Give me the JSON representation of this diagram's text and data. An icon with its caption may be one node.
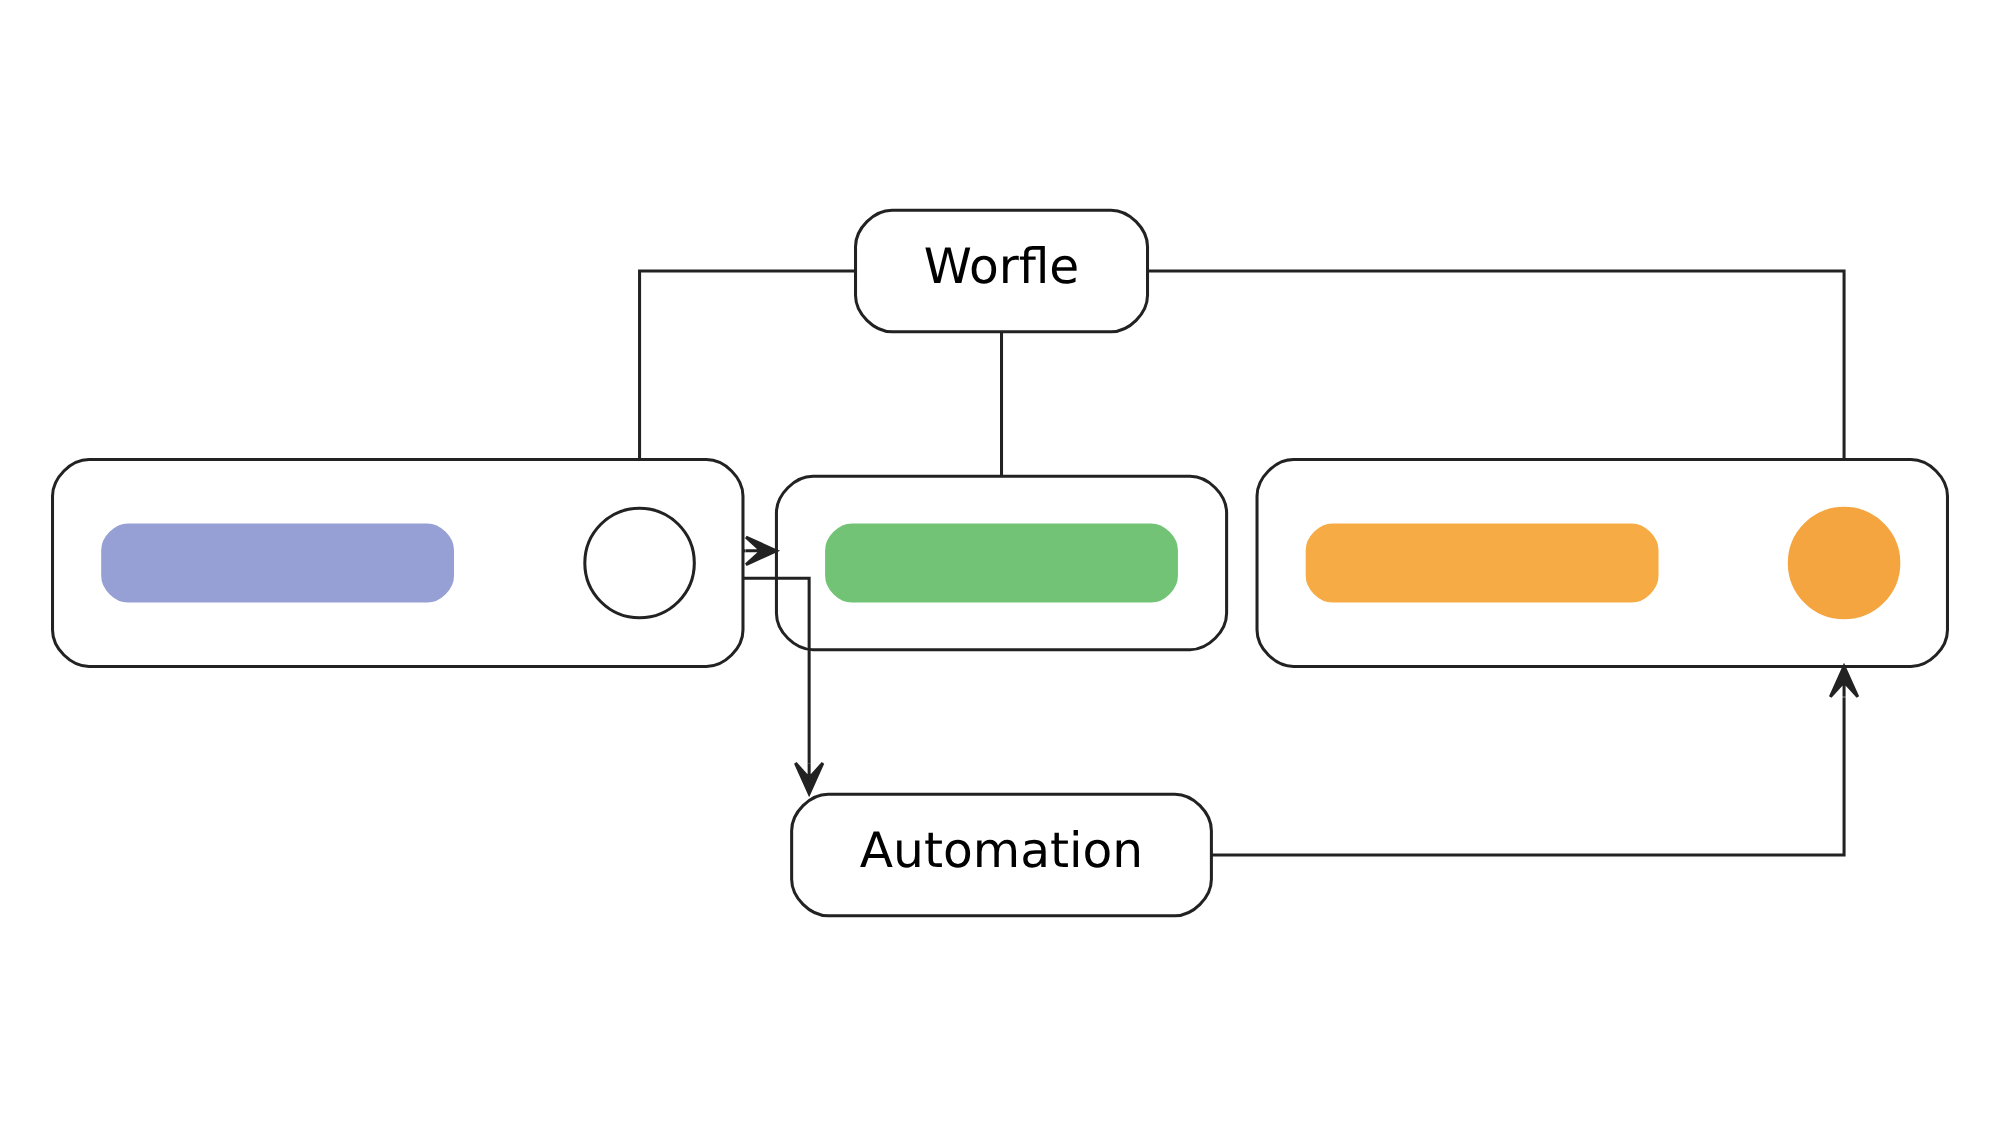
{
  "diagram": {
    "nodes": [
      {
        "text": [
          "Worfle"
        ]
      },
      {
        "text": [],
        "shape": "box"
      },
      {
        "text": [],
        "shape": "circle",
        "in": 1
      },
      {
        "text": [],
        "shape": "bar",
        "in": 1
      },
      {
        "text": [],
        "shape": "box"
      },
      {
        "text": [],
        "shape": "bar",
        "in": 4
      },
      {
        "text": [
          "Automation"
        ]
      },
      {
        "text": [],
        "shape": "box"
      },
      {
        "text": [],
        "shape": "circle",
        "in": 7
      },
      {
        "text": [],
        "shape": "bar",
        "in": 7
      }
    ],
    "edges": [
      {
        "from": 0,
        "to": 1,
        "arrow": "none"
      },
      {
        "from": 0,
        "to": 4,
        "arrow": "none"
      },
      {
        "from": 0,
        "to": 7,
        "arrow": "none"
      },
      {
        "from": 1,
        "to": 4,
        "arrow": "to"
      },
      {
        "from": 1,
        "to": 6,
        "arrow": "to"
      },
      {
        "from": 6,
        "to": 7,
        "arrow": "to"
      }
    ]
  }
}
